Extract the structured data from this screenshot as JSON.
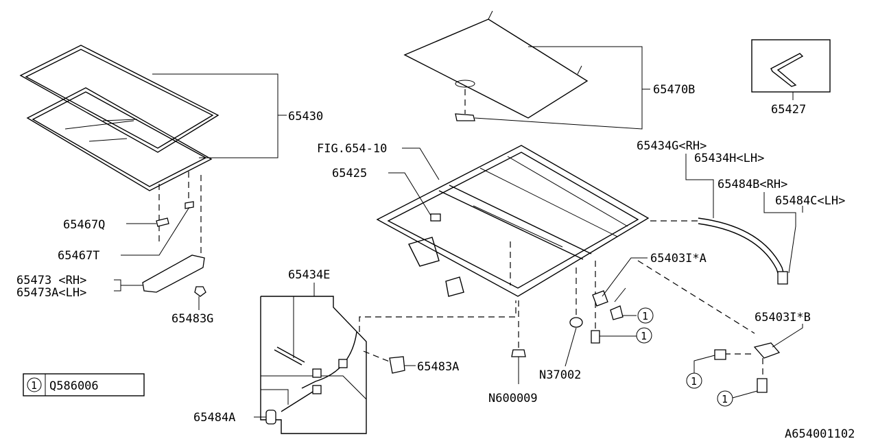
{
  "labels": {
    "p65430": "65430",
    "p65470b": "65470B",
    "p65427": "65427",
    "fig": "FIG.654-10",
    "p65425": "65425",
    "p65434g": "65434G<RH>",
    "p65434h": "65434H<LH>",
    "p65484b": "65484B<RH>",
    "p65484c": "65484C<LH>",
    "p65467q": "65467Q",
    "p65467t": "65467T",
    "p65473": "65473 <RH>",
    "p65473a": "65473A<LH>",
    "p65483g": "65483G",
    "p65434e": "65434E",
    "p65403ia": "65403I*A",
    "p65403ib": "65403I*B",
    "p65483a": "65483A",
    "pn37002": "N37002",
    "pn600009": "N600009",
    "p65484a": "65484A",
    "diagram_id": "A654001102"
  },
  "callouts": {
    "one": "1"
  },
  "legend": {
    "num": "1",
    "part": "Q586006"
  }
}
